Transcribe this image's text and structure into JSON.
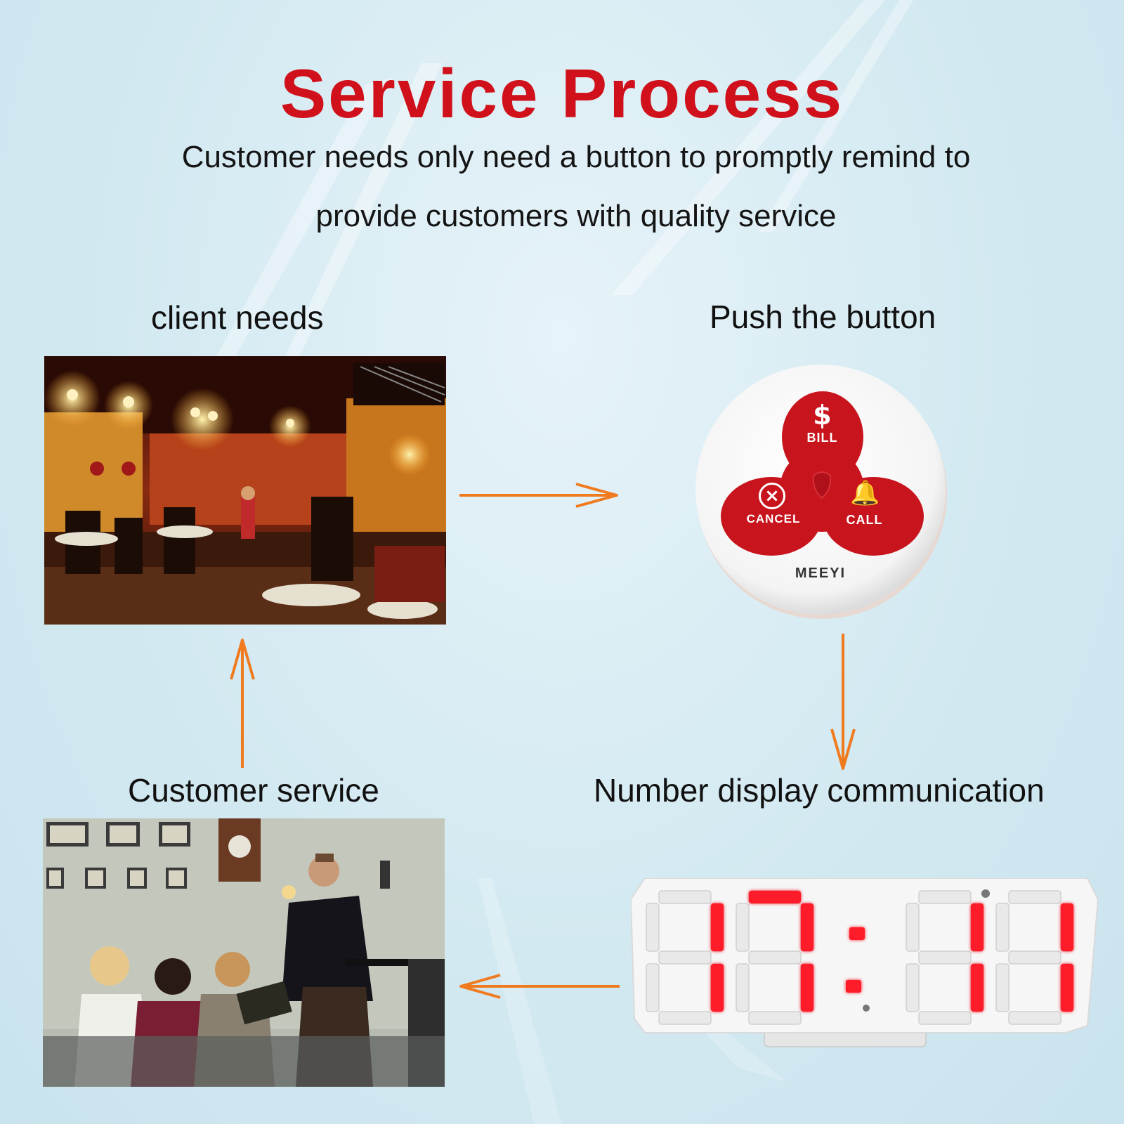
{
  "title": "Service Process",
  "subtitle": {
    "line1": "Customer needs only need a button to promptly remind to",
    "line2": "provide customers with quality service"
  },
  "steps": [
    {
      "label": "client needs"
    },
    {
      "label": "Push the button"
    },
    {
      "label": "Number display communication"
    },
    {
      "label": "Customer service"
    }
  ],
  "button_device": {
    "bill_label": "BILL",
    "cancel_label": "CANCEL",
    "call_label": "CALL",
    "brand": "MEEYI",
    "icons": [
      "dollar-icon",
      "cancel-x-icon",
      "bell-icon"
    ]
  },
  "colors": {
    "title_red": "#d0101a",
    "arrow_orange": "#f07a1e",
    "button_red": "#c8141c",
    "led_red": "#ff1a2a"
  }
}
